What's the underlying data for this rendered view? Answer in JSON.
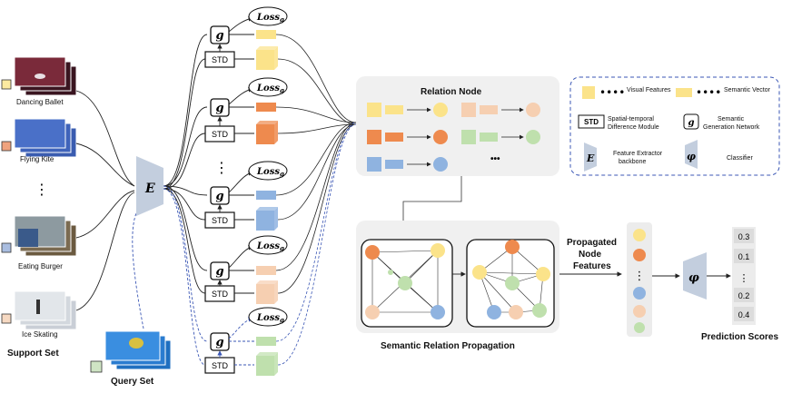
{
  "support_set": {
    "title": "Support Set",
    "classes": [
      {
        "label": "Dancing Ballet",
        "color": "#fbeaa0"
      },
      {
        "label": "Flying Kite",
        "color": "#f0a37e"
      },
      {
        "label": "Eating Burger",
        "color": "#a9bde0"
      },
      {
        "label": "Ice Skating",
        "color": "#f6d9c2"
      }
    ],
    "ellipsis": "⋮"
  },
  "query_set": {
    "title": "Query Set",
    "color": "#cfe4c4"
  },
  "extractor_symbol": "E",
  "generator_symbol": "g",
  "std_label": "STD",
  "loss_main": "Loss",
  "loss_sub": "g",
  "middle_ellipsis": "⋮",
  "relation_node": {
    "title": "Relation Node",
    "ellipsis": "•••"
  },
  "legend": {
    "visual_features": "Visual Features",
    "semantic_vector": "Semantic Vector",
    "std_label": "STD",
    "std_desc_1": "Spatial-temporal",
    "std_desc_2": "Difference Module",
    "g_symbol": "g",
    "g_desc_1": "Semantic",
    "g_desc_2": "Generation Network",
    "e_symbol": "E",
    "e_desc_1": "Feature Extractor",
    "e_desc_2": "backbone",
    "phi_symbol": "φ",
    "phi_desc": "Classifier"
  },
  "propagation": {
    "title": "Semantic Relation Propagation"
  },
  "propagated": {
    "line1": "Propagated",
    "line2": "Node",
    "line3": "Features",
    "ellipsis": "⋮"
  },
  "classifier_symbol": "φ",
  "prediction": {
    "title": "Prediction Scores",
    "scores": [
      "0.3",
      "0.1",
      "⋮",
      "0.2",
      "0.4"
    ]
  },
  "colors": {
    "yellow": "#fbe38a",
    "orange": "#ee8a4e",
    "blue": "#8fb3e0",
    "peach": "#f6cfb1",
    "green": "#bfe0ad",
    "trapezoid": "#c3cede"
  }
}
